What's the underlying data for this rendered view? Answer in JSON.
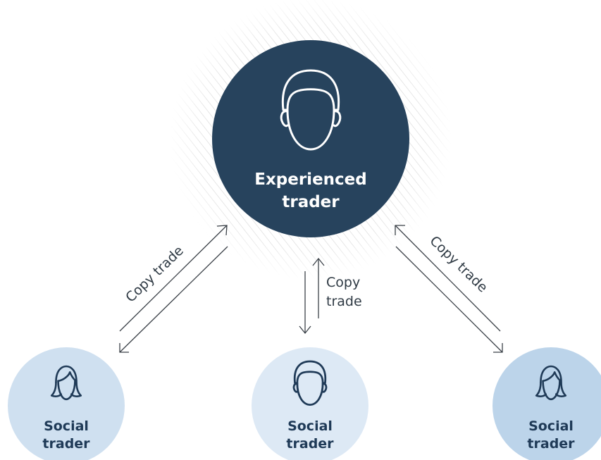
{
  "center": {
    "line1": "Experienced",
    "line2": "trader",
    "icon": "male-head-icon"
  },
  "followers": [
    {
      "line1": "Social",
      "line2": "trader",
      "icon": "female-head-icon"
    },
    {
      "line1": "Social",
      "line2": "trader",
      "icon": "male-head-icon"
    },
    {
      "line1": "Social",
      "line2": "trader",
      "icon": "female-head-icon"
    }
  ],
  "edges": {
    "left": "Copy trade",
    "middle_line1": "Copy",
    "middle_line2": "trade",
    "right": "Copy trade"
  },
  "colors": {
    "center_fill": "#27435d",
    "center_text": "#ffffff",
    "follower_left_fill": "#cfe0f0",
    "follower_middle_fill": "#dde9f5",
    "follower_right_fill": "#bcd4ea",
    "follower_text": "#1f3a57",
    "arrow": "#3b4148",
    "hatch": "#d2d2d2"
  }
}
